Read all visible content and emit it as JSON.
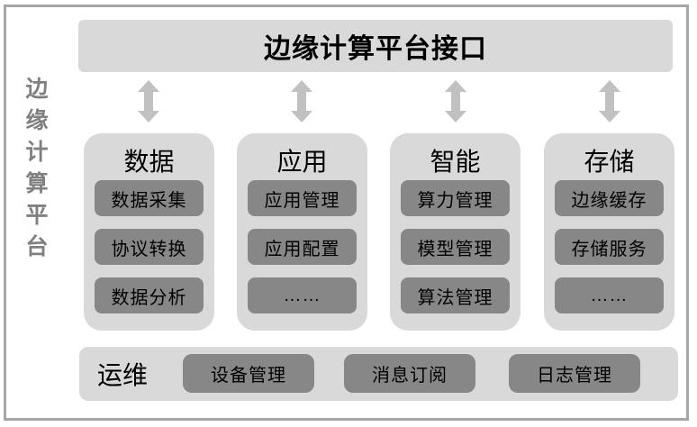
{
  "diagram": {
    "side_label": {
      "text": "边缘计算平台",
      "chars": [
        "边",
        "缘",
        "计",
        "算",
        "平",
        "台"
      ]
    },
    "header": {
      "title": "边缘计算平台接口"
    },
    "columns": [
      {
        "title": "数据",
        "items": [
          "数据采集",
          "协议转换",
          "数据分析"
        ]
      },
      {
        "title": "应用",
        "items": [
          "应用管理",
          "应用配置",
          "……"
        ]
      },
      {
        "title": "智能",
        "items": [
          "算力管理",
          "模型管理",
          "算法管理"
        ]
      },
      {
        "title": "存储",
        "items": [
          "边缘缓存",
          "存储服务",
          "……"
        ]
      }
    ],
    "bottom": {
      "label": "运维",
      "items": [
        "设备管理",
        "消息订阅",
        "日志管理"
      ]
    },
    "arrows": {
      "count": 4,
      "type": "vertical-double-headed"
    },
    "colors": {
      "panel_light": "#d9d9d9",
      "panel_dark": "#878787",
      "arrow": "#c1c1c1",
      "side_text": "#808080",
      "border": "#a6a6a6",
      "text": "#000000",
      "background": "#ffffff"
    }
  }
}
